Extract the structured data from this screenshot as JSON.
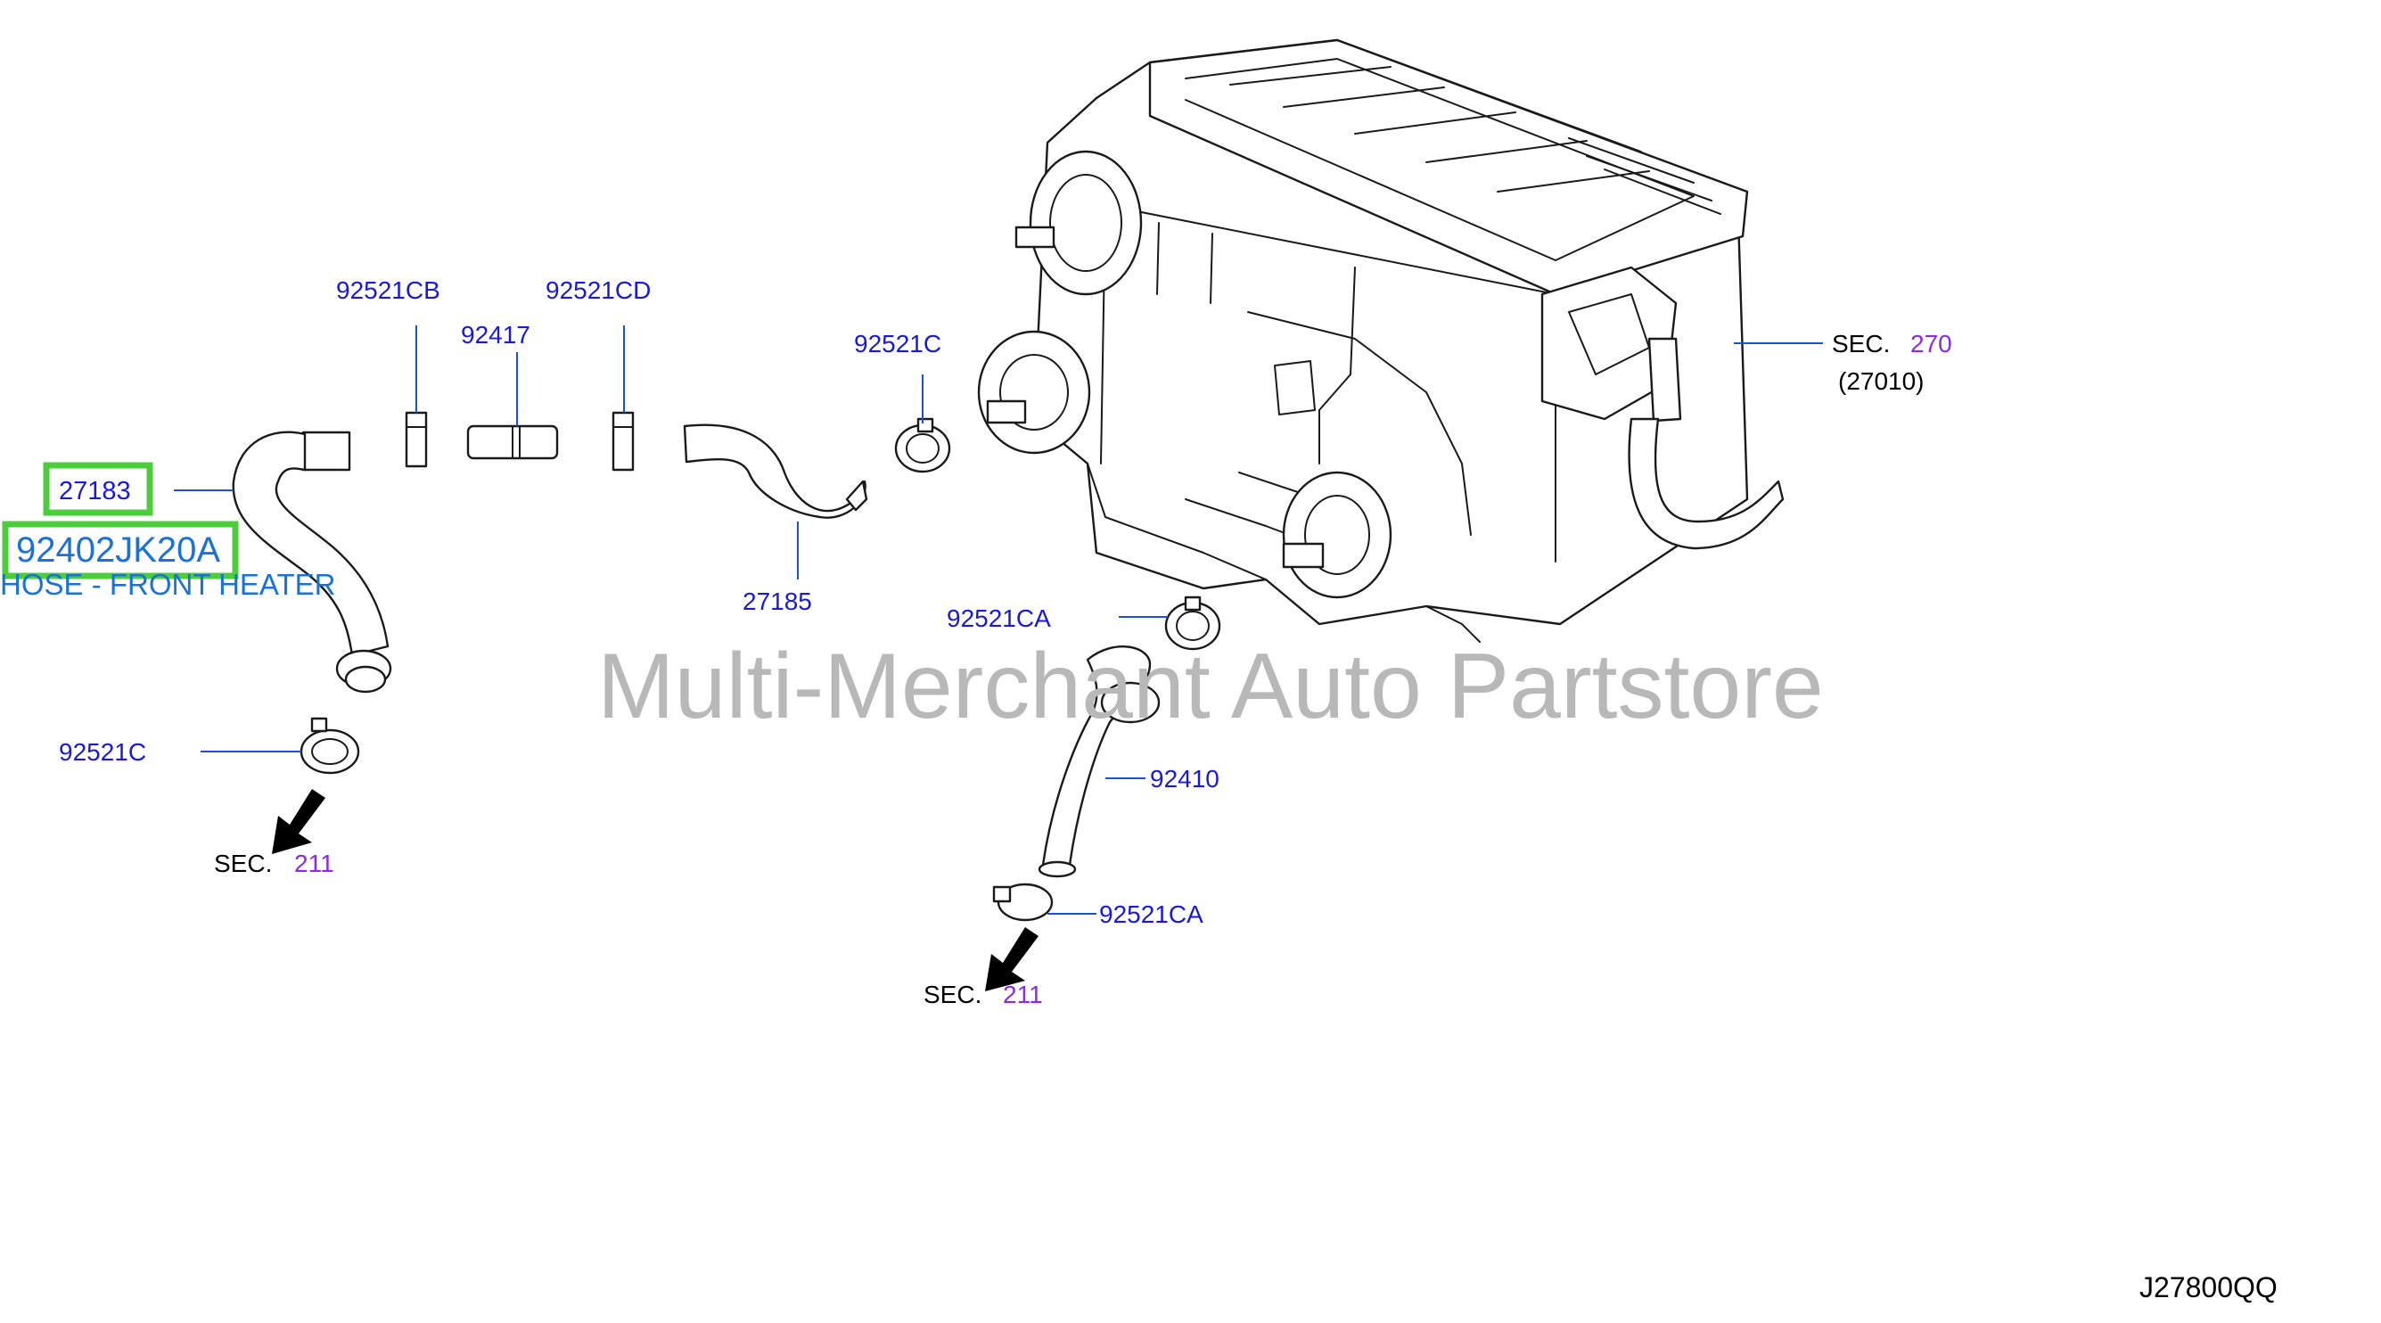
{
  "watermark": "Multi-Merchant Auto Partstore",
  "diagram_code": "J27800QQ",
  "highlight": {
    "part_ref": "27183",
    "part_number": "92402JK20A",
    "description": "HOSE - FRONT HEATER",
    "box_color": "#4ccd3c"
  },
  "labels": {
    "p_92521CB": "92521CB",
    "p_92417": "92417",
    "p_92521CD": "92521CD",
    "p_92521C_top": "92521C",
    "p_27185": "27185",
    "p_92521CA_mid": "92521CA",
    "p_92410": "92410",
    "p_92521CA_low": "92521CA",
    "p_92521C_left": "92521C"
  },
  "sections": {
    "sec_word": "SEC.",
    "heater_unit_sec": "270",
    "heater_unit_sub": "(27010)",
    "left_sec": "211",
    "bottom_sec": "211"
  },
  "colors": {
    "part_label": "#1a1ad6",
    "section_number": "#8a2be2",
    "leader_line": "#1a4fd6"
  }
}
